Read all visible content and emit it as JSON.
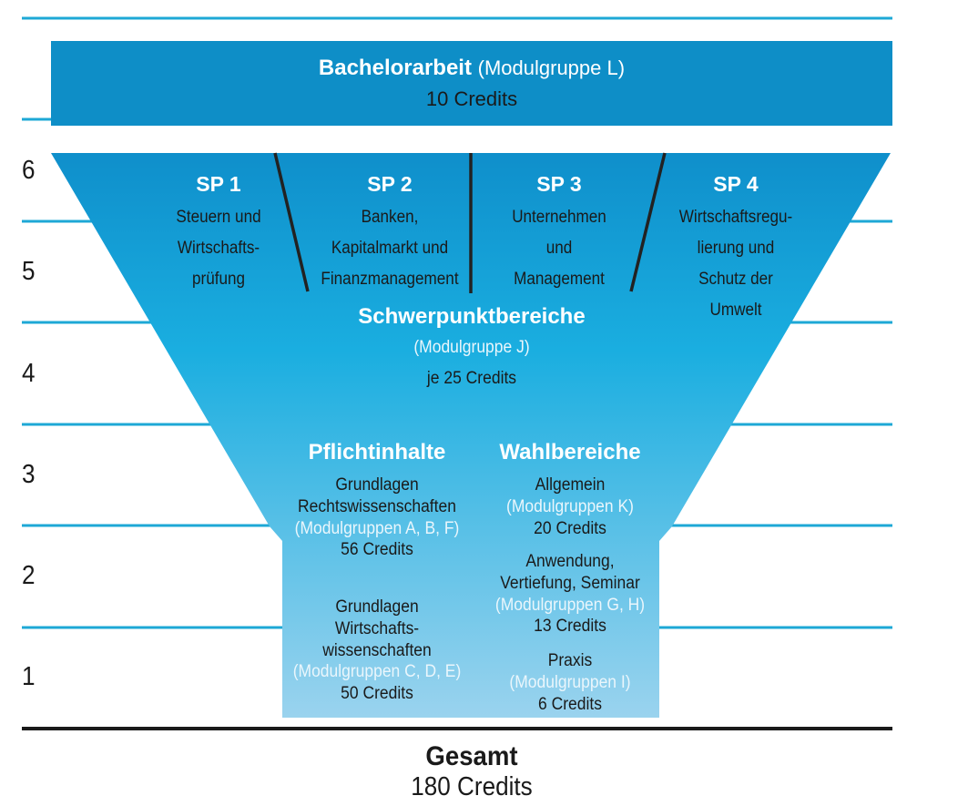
{
  "colors": {
    "rule_line": "#1ea8d6",
    "header_box": "#0e8ec7",
    "funnel_top": "#0f8fcb",
    "funnel_mid": "#1aaee0",
    "funnel_bottom": "#9ad3ee",
    "divider": "#222222",
    "baseline": "#1a1a1a"
  },
  "header": {
    "title_bold": "Bachelorarbeit",
    "title_rest": "(Modulgruppe L)",
    "credits": "10 Credits"
  },
  "semester_numbers": [
    "6",
    "5",
    "4",
    "3",
    "2",
    "1"
  ],
  "focus_areas": [
    {
      "title": "SP 1",
      "lines": [
        "Steuern und",
        "Wirtschafts-",
        "prüfung"
      ]
    },
    {
      "title": "SP 2",
      "lines": [
        "Banken,",
        "Kapitalmarkt und",
        "Finanzmanagement"
      ]
    },
    {
      "title": "SP 3",
      "lines": [
        "Unternehmen",
        "und",
        "Management"
      ]
    },
    {
      "title": "SP 4",
      "lines": [
        "Wirtschaftsregu-",
        "lierung und",
        "Schutz der",
        "Umwelt"
      ]
    }
  ],
  "focus_summary": {
    "title": "Schwerpunktbereiche",
    "module_group": "(Modulgruppe J)",
    "credits": "je 25 Credits"
  },
  "mandatory": {
    "title": "Pflichtinhalte",
    "block1": {
      "lines": [
        "Grundlagen",
        "Rechtswissenschaften"
      ],
      "module_group": "(Modulgruppen A, B, F)",
      "credits": "56 Credits"
    },
    "block2": {
      "lines": [
        "Grundlagen",
        "Wirtschafts-",
        "wissenschaften"
      ],
      "module_group": "(Modulgruppen C, D, E)",
      "credits": "50 Credits"
    }
  },
  "electives": {
    "title": "Wahlbereiche",
    "block1": {
      "lines": [
        "Allgemein"
      ],
      "module_group": "(Modulgruppen K)",
      "credits": "20 Credits"
    },
    "block2": {
      "lines": [
        "Anwendung,",
        "Vertiefung, Seminar"
      ],
      "module_group": "(Modulgruppen G, H)",
      "credits": "13 Credits"
    },
    "block3": {
      "lines": [
        "Praxis"
      ],
      "module_group": "(Modulgruppen I)",
      "credits": "6 Credits"
    }
  },
  "total": {
    "title": "Gesamt",
    "credits": "180 Credits"
  }
}
